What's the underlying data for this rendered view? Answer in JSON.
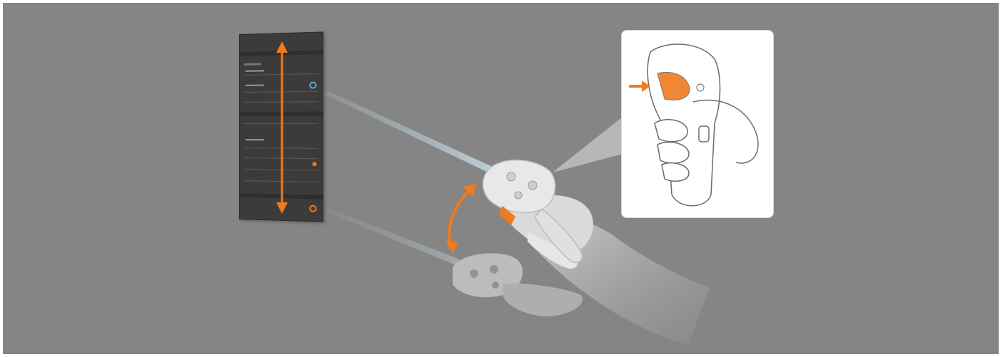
{
  "illustration": {
    "accent_color": "#f07a1e",
    "background_color": "#858585",
    "panel": {
      "icon": "settings-panel",
      "row_count": 14,
      "toggle_accent_colors": [
        "#55a6d8",
        "#f07a1e"
      ]
    },
    "controller_icon": "vr-controller",
    "hand_icon": "hand",
    "inset_icon": "grip-button-closeup",
    "arrows": [
      "vertical-scroll-arrow",
      "tilt-rotate-arrow",
      "press-arrow"
    ]
  }
}
